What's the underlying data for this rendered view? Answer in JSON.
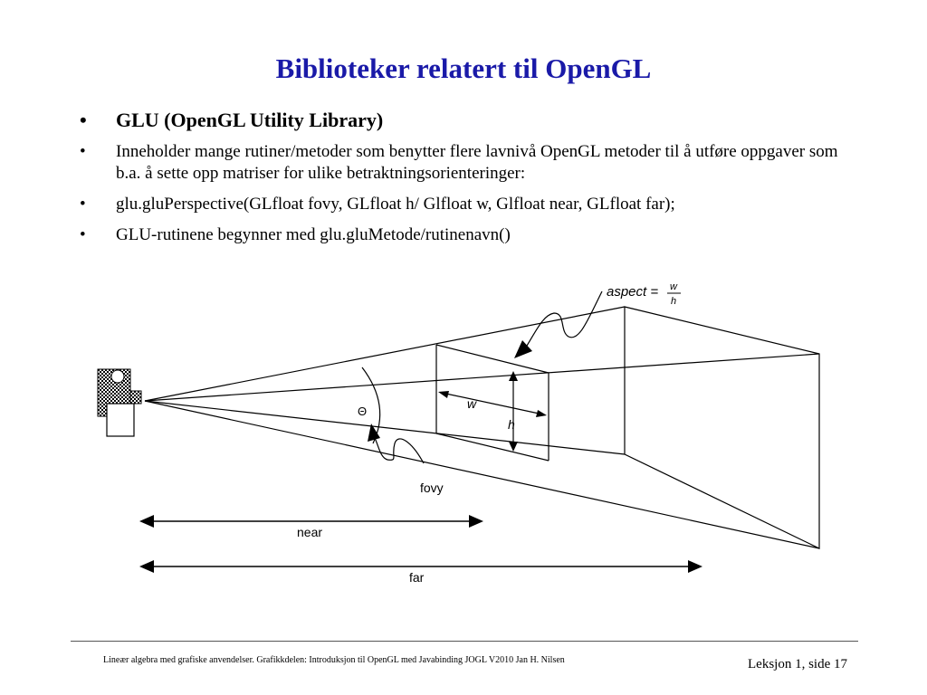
{
  "slide": {
    "title": "Biblioteker relatert til OpenGL",
    "bullets": [
      {
        "marker": "•",
        "text": "GLU (OpenGL Utility Library)"
      },
      {
        "marker": "•",
        "text": "Inneholder mange rutiner/metoder som benytter flere lavnivå OpenGL metoder til å utføre oppgaver som b.a. å sette opp matriser for ulike betraktningsorienteringer:"
      },
      {
        "marker": "•",
        "text": "glu.gluPerspective(GLfloat fovy, GLfloat h/ Glfloat w, Glfloat near, GLfloat far);"
      },
      {
        "marker": "•",
        "text": "GLU-rutinene begynner med glu.gluMetode/rutinenavn()"
      }
    ]
  },
  "diagram": {
    "aspect_label": "aspect =",
    "aspect_num": "w",
    "aspect_den": "h",
    "w_label": "w",
    "h_label": "h",
    "theta_label": "Θ",
    "fovy_label": "fovy",
    "near_label": "near",
    "far_label": "far"
  },
  "footer": {
    "left": "Lineær algebra med grafiske anvendelser. Grafikkdelen: Introduksjon til OpenGL med Javabinding JOGL V2010  Jan H. Nilsen",
    "right": "Leksjon 1, side 17"
  }
}
